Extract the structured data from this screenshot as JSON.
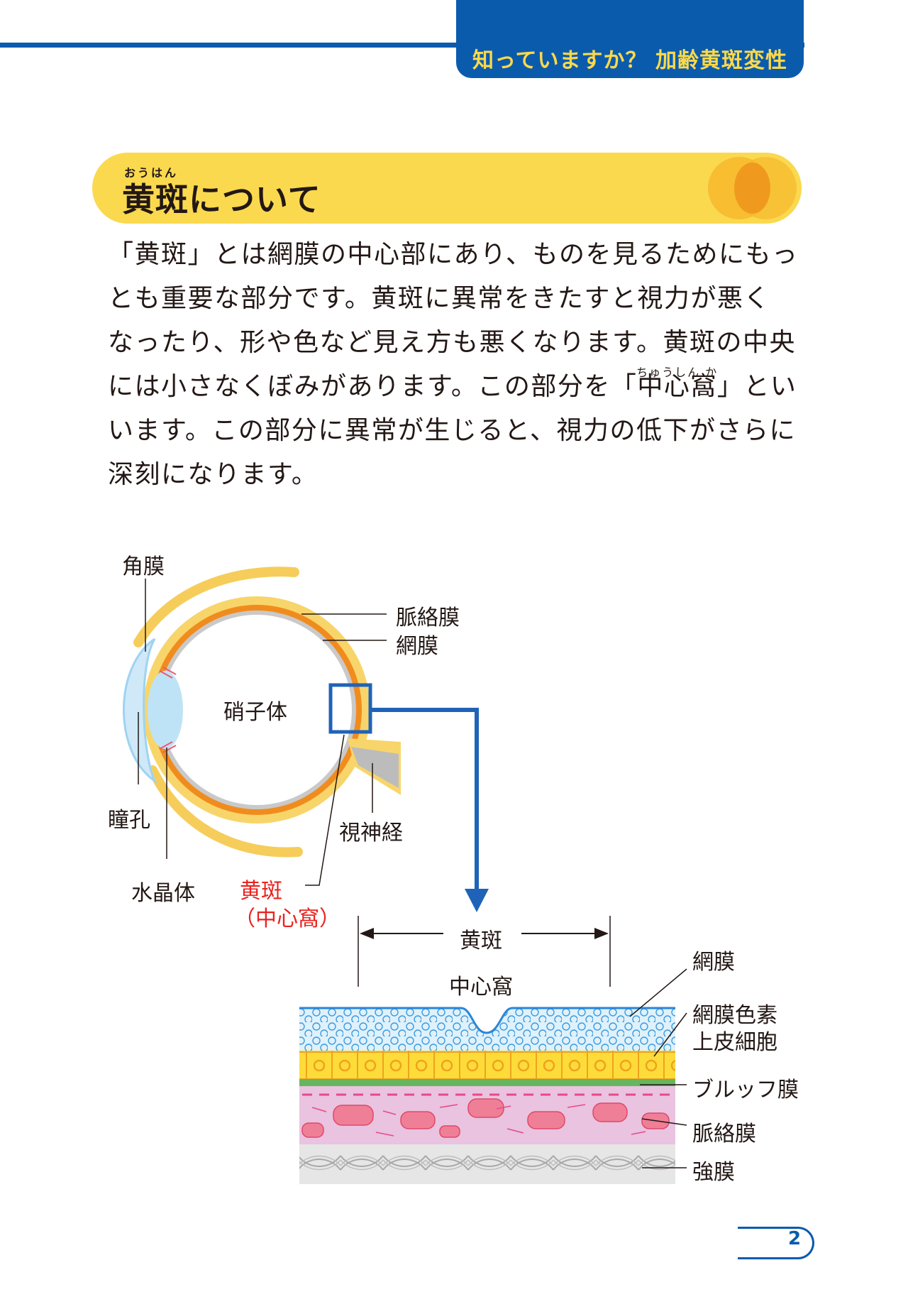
{
  "header": {
    "title": "知っていますか？ 加齢黄斑変性",
    "accent_color": "#0b5bad",
    "title_color": "#fcd94a"
  },
  "section": {
    "ruby": "おうはん",
    "title": "黄斑について"
  },
  "body": {
    "lines": [
      "「黄斑」とは網膜の中心部にあり、ものを見るためにもっ",
      "とも重要な部分です。黄斑に異常をきたすと視力が悪く",
      "なったり、形や色など見え方も悪くなります。黄斑の中央",
      "には小さなくぼみがあります。この部分を「",
      "中心窩",
      "」とい",
      "います。この部分に異常が生じると、視力の低下がさらに",
      "深刻になります。"
    ],
    "ruby_fovea": "ちゅうしん か"
  },
  "eye_labels": {
    "cornea": "角膜",
    "choroid": "脈絡膜",
    "retina": "網膜",
    "vitreous": "硝子体",
    "pupil": "瞳孔",
    "optic_nerve": "視神経",
    "lens": "水晶体",
    "macula": "黄斑",
    "fovea": "（中心窩）"
  },
  "section_labels": {
    "macula": "黄斑",
    "fovea": "中心窩",
    "retina": "網膜",
    "rpe_line1": "網膜色素",
    "rpe_line2": "上皮細胞",
    "bruch": "ブルッフ膜",
    "choroid": "脈絡膜",
    "sclera": "強膜"
  },
  "page_number": "2"
}
